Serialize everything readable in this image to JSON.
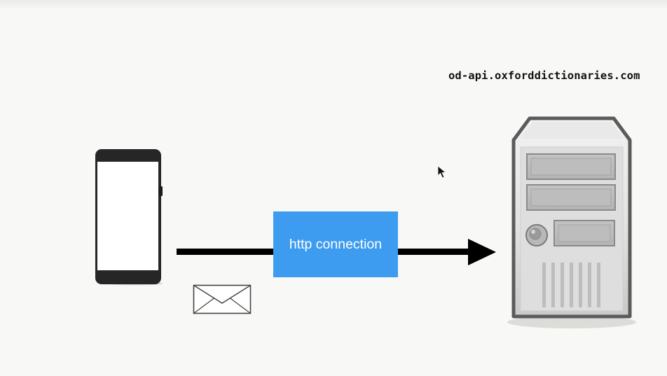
{
  "server": {
    "hostname": "od-api.oxforddictionaries.com",
    "icon": "server-tower-icon"
  },
  "client": {
    "icon": "smartphone-icon"
  },
  "message": {
    "icon": "envelope-icon"
  },
  "connection": {
    "label": "http connection",
    "color": "#3d9cf0",
    "direction": "phone-to-server"
  },
  "cursor": {
    "icon": "mouse-pointer-icon"
  }
}
